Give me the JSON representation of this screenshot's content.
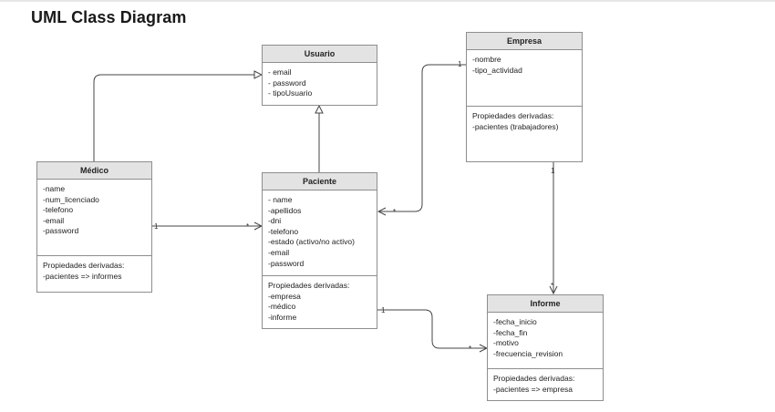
{
  "title": "UML Class Diagram",
  "classes": {
    "usuario": {
      "name": "Usuario",
      "attributes": [
        "- email",
        "- password",
        "- tipoUsuario"
      ],
      "derived": []
    },
    "empresa": {
      "name": "Empresa",
      "attributes": [
        "-nombre",
        "-tipo_actividad"
      ],
      "derived": [
        "Propiedades derivadas:",
        "-pacientes (trabajadores)"
      ]
    },
    "medico": {
      "name": "Médico",
      "attributes": [
        "-name",
        "-num_licenciado",
        "-telefono",
        "-email",
        "-password"
      ],
      "derived": [
        "Propiedades derivadas:",
        "-pacientes => informes"
      ]
    },
    "paciente": {
      "name": "Paciente",
      "attributes": [
        "- name",
        "-apellidos",
        "-dni",
        "-telefono",
        "-estado (activo/no activo)",
        "-email",
        "-password"
      ],
      "derived": [
        "Propiedades derivadas:",
        "-empresa",
        "-médico",
        "-informe"
      ]
    },
    "informe": {
      "name": "Informe",
      "attributes": [
        "-fecha_inicio",
        "-fecha_fin",
        "-motivo",
        "-frecuencia_revision"
      ],
      "derived": [
        "Propiedades derivadas:",
        "-pacientes => empresa"
      ]
    }
  },
  "relations": {
    "medico_inherits_usuario": {
      "from": "Médico",
      "to": "Usuario",
      "kind": "generalization"
    },
    "paciente_inherits_usuario": {
      "from": "Paciente",
      "to": "Usuario",
      "kind": "generalization"
    },
    "medico_paciente": {
      "from": "Médico",
      "to": "Paciente",
      "from_mult": "1",
      "to_mult": "*"
    },
    "empresa_paciente": {
      "from": "Empresa",
      "to": "Paciente",
      "from_mult": "1",
      "to_mult": "*"
    },
    "empresa_informe": {
      "from": "Empresa",
      "to": "Informe",
      "from_mult": "1",
      "to_mult": "*"
    },
    "paciente_informe": {
      "from": "Paciente",
      "to": "Informe",
      "from_mult": "1",
      "to_mult": "*"
    }
  },
  "colors": {
    "header_bg": "#e3e3e3",
    "border": "#8e8e8e",
    "line": "#444444"
  }
}
